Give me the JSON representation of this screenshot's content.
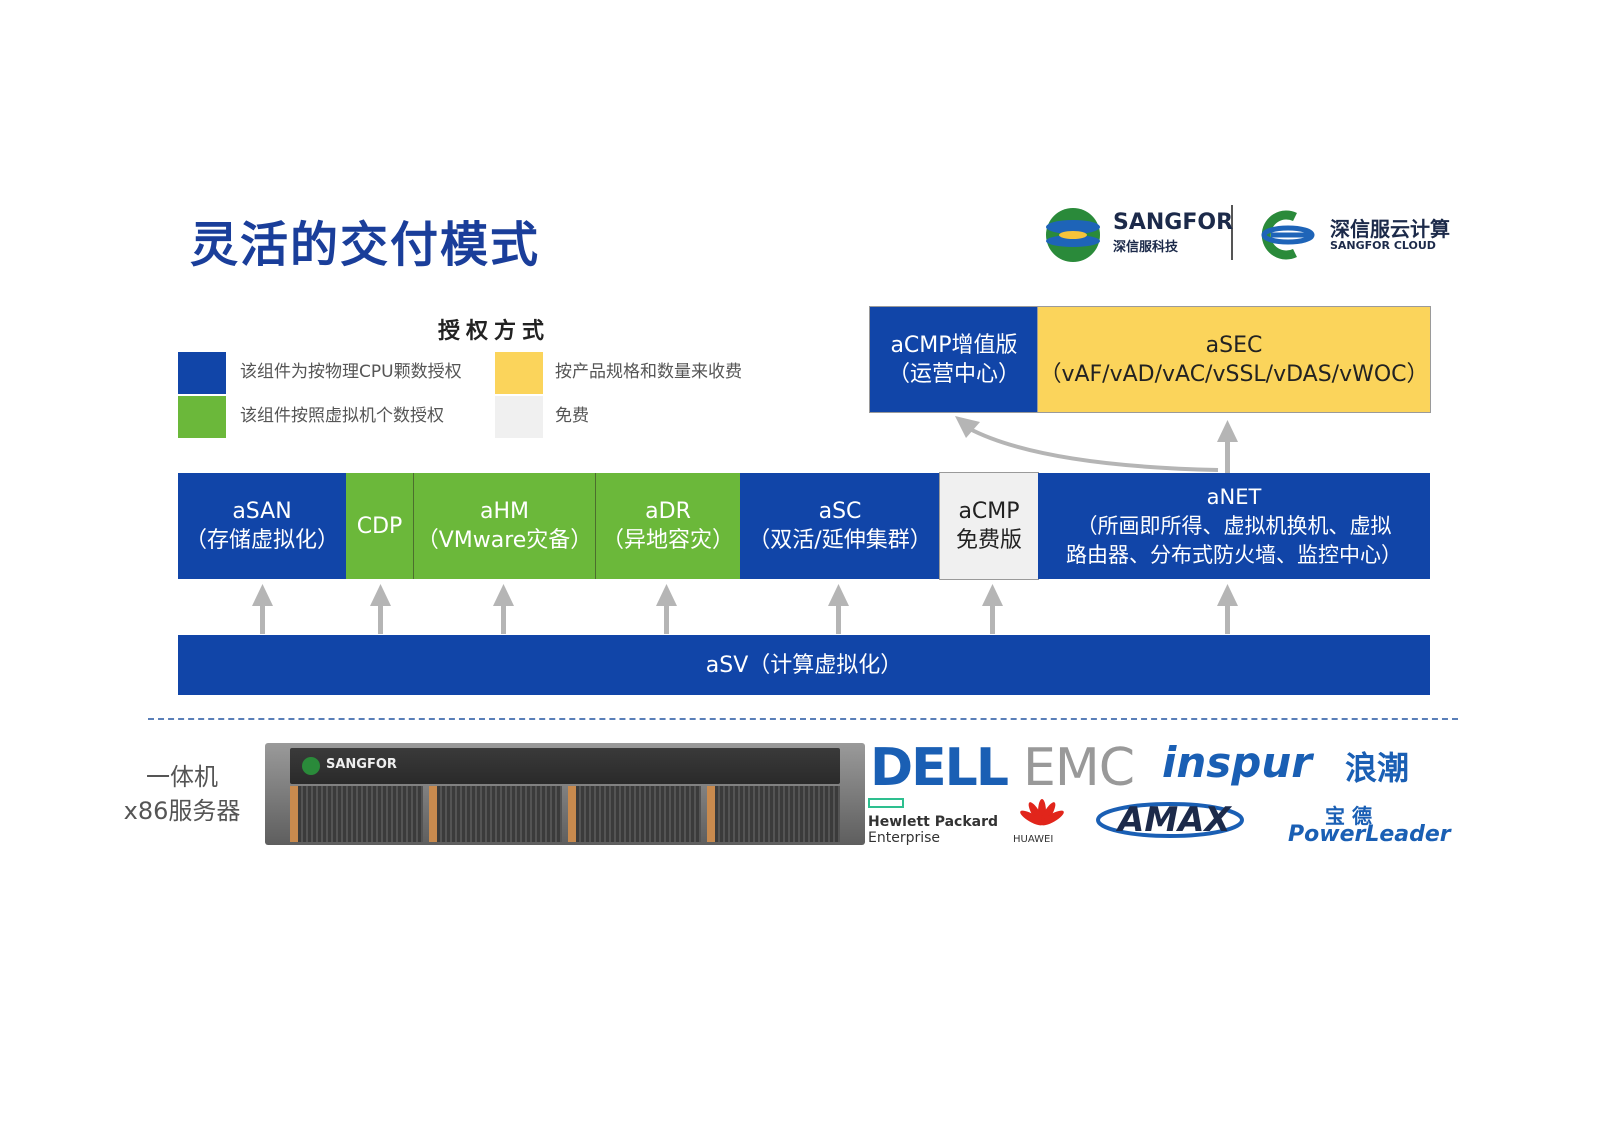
{
  "title": "灵活的交付模式",
  "logos": {
    "sangfor_name": "SANGFOR",
    "sangfor_cn": "深信服科技",
    "cloud_cn": "深信服云计算",
    "cloud_en": "SANGFOR CLOUD"
  },
  "legend": {
    "title": "授权方式",
    "items": [
      {
        "color": "#1145a8",
        "label": "该组件为按物理CPU颗数授权"
      },
      {
        "color": "#6bb83a",
        "label": "该组件按照虚拟机个数授权"
      },
      {
        "color": "#fbd45b",
        "label": "按产品规格和数量来收费"
      },
      {
        "color": "#f0f0f0",
        "label": "免费"
      }
    ]
  },
  "top_boxes": {
    "acmp_paid": [
      "aCMP增值版",
      "（运营中心）"
    ],
    "asec": [
      "aSEC",
      "（vAF/vAD/vAC/vSSL/vDAS/vWOC）"
    ]
  },
  "middle_boxes": {
    "asan": [
      "aSAN",
      "（存储虚拟化）"
    ],
    "cdp": [
      "CDP"
    ],
    "ahm": [
      "aHM",
      "（VMware灾备）"
    ],
    "adr": [
      "aDR",
      "（异地容灾）"
    ],
    "asc": [
      "aSC",
      "（双活/延伸集群）"
    ],
    "acmp_free": [
      "aCMP",
      "免费版"
    ],
    "anet": [
      "aNET",
      "（所画即所得、虚拟机换机、虚拟",
      "路由器、分布式防火墙、监控中心）"
    ]
  },
  "asv": "aSV（计算虚拟化）",
  "hardware": {
    "label_line1": "一体机",
    "label_line2": "x86服务器",
    "server_brand": "SANGFOR",
    "vendors": {
      "dell": "DELL",
      "emc": "EMC",
      "inspur_en": "inspur",
      "inspur_cn": "浪潮",
      "hpe_line1": "Hewlett Packard",
      "hpe_line2": "Enterprise",
      "huawei": "HUAWEI",
      "amax": "AMAX",
      "powerleader_cn": "宝 德",
      "powerleader_en": "PowerLeader"
    }
  },
  "colors": {
    "blue": "#1145a8",
    "green": "#6bb83a",
    "yellow": "#fbd45b",
    "grey": "#f0f0f0",
    "title": "#1a3e9a",
    "arrow": "#b5b5b5"
  }
}
